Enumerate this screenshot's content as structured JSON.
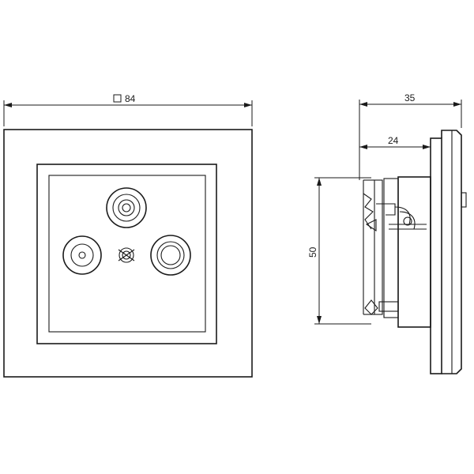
{
  "dimensions": {
    "width_label": "84",
    "width_prefix_symbol": "square-symbol",
    "depth_total_label": "35",
    "depth_partial_label": "24",
    "height_label": "50"
  },
  "colors": {
    "line": "#1a1a1a",
    "background": "#ffffff"
  }
}
